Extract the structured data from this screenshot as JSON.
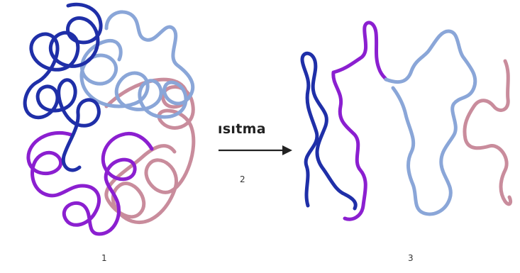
{
  "labels": {
    "stage1": "1",
    "stage2": "2",
    "stage3": "3",
    "process": "ısıtma"
  },
  "colors": {
    "dark_blue": "#1f2fa8",
    "light_blue": "#8aa6d8",
    "purple": "#8b1fd0",
    "pink": "#c98c9c",
    "arrow": "#222222"
  },
  "icons": {
    "arrow": "right-arrow-icon"
  }
}
